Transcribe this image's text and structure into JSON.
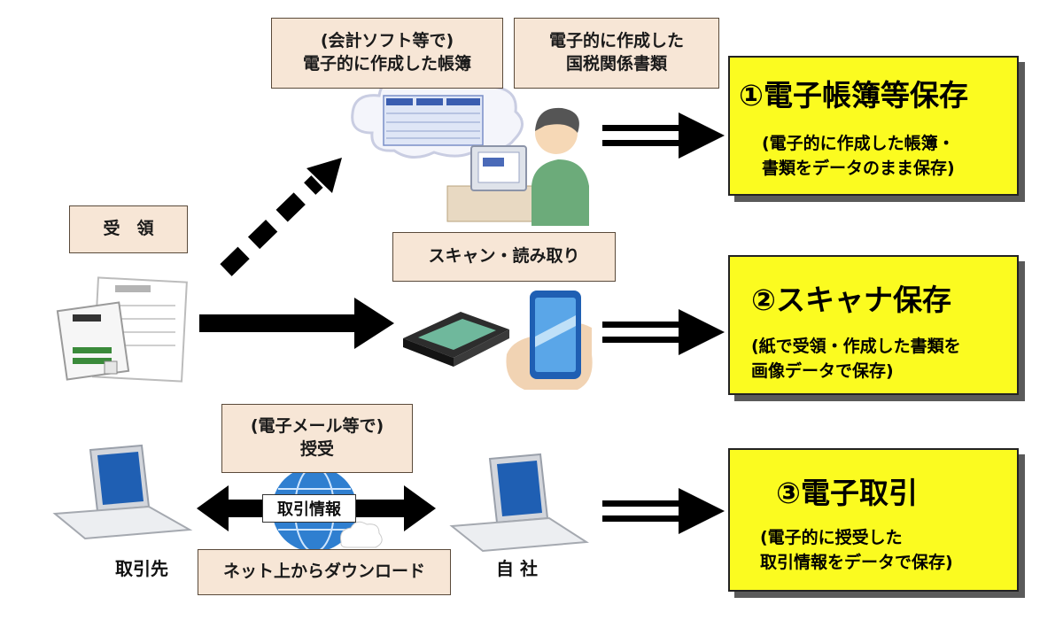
{
  "labels": {
    "accounting_software_line1": "(会計ソフト等で)",
    "accounting_software_line2": "電子的に作成した帳簿",
    "electronic_docs_line1": "電子的に作成した",
    "electronic_docs_line2": "国税関係書類",
    "receipt": "受　領",
    "scan_read": "スキャン・読み取り",
    "email_line1": "(電子メール等で)",
    "email_line2": "授受",
    "transaction_info": "取引情報",
    "download": "ネット上からダウンロード",
    "counterparty": "取引先",
    "own_company": "自 社"
  },
  "results": [
    {
      "title": "①電子帳簿等保存",
      "sub_line1": "(電子的に作成した帳簿・",
      "sub_line2": "書類をデータのまま保存)"
    },
    {
      "title": "②スキャナ保存",
      "sub_line1": "(紙で受領・作成した書類を",
      "sub_line2": "画像データで保存)"
    },
    {
      "title": "③電子取引",
      "sub_line1": "(電子的に授受した",
      "sub_line2": "取引情報をデータで保存)"
    }
  ],
  "colors": {
    "result_box": "#fbfb20",
    "label_box": "#f7e6d6",
    "arrow": "#000000"
  },
  "icons": [
    "cloud-icon",
    "person-at-computer-icon",
    "scanner-icon",
    "smartphone-icon",
    "paper-document-icon",
    "laptop-icon",
    "globe-icon"
  ]
}
